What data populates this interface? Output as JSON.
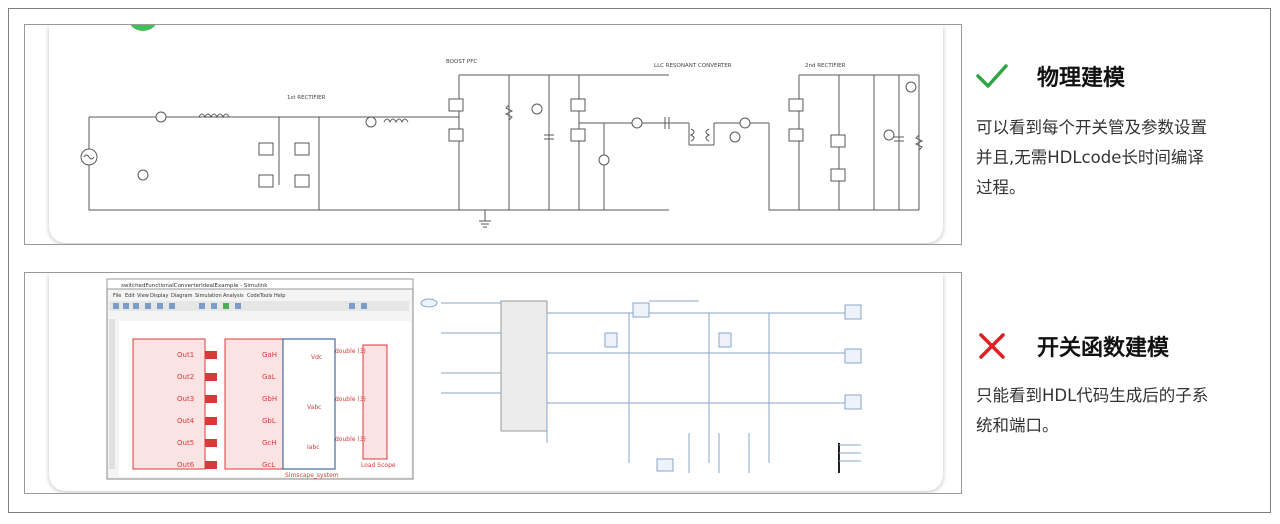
{
  "colors": {
    "check": "#2fa545",
    "cross": "#e02020",
    "circuit": "#5a5a5a",
    "accent": "#d83a3a",
    "signal": "#1f4e9a"
  },
  "features": [
    {
      "icon": "check-icon",
      "title": "物理建模",
      "description_lines": [
        "可以看到每个开关管及参数设置",
        "并且,无需HDLcode长时间编译",
        "过程。"
      ]
    },
    {
      "icon": "cross-icon",
      "title": "开关函数建模",
      "description_lines": [
        "只能看到HDL代码生成后的子系",
        "统和端口。"
      ]
    }
  ],
  "physical_model": {
    "stage_labels": [
      "BOOST PFC",
      "LLC RESONANT CONVERTER",
      "2nd RECTIFIER",
      "1st RECTIFIER"
    ]
  },
  "function_model": {
    "window_title": "switchedFunctionalConverterIdealExample - Simulink",
    "menu_items": [
      "File",
      "Edit",
      "View",
      "Display",
      "Diagram",
      "Simulation",
      "Analysis",
      "Code",
      "Tools",
      "Help"
    ],
    "outputs": [
      "Out1",
      "Out2",
      "Out3",
      "Out4",
      "Out5",
      "Out6"
    ],
    "gates": [
      "GaH",
      "GaL",
      "GbH",
      "GbL",
      "GcH",
      "GcL"
    ],
    "subsystem_label": "Simscape_system",
    "scope_label": "Load Scope",
    "port_labels": [
      "Vdc",
      "Vabc",
      "Iabc"
    ],
    "port_types": [
      "double (3)",
      "double (3)",
      "double (3)"
    ]
  }
}
